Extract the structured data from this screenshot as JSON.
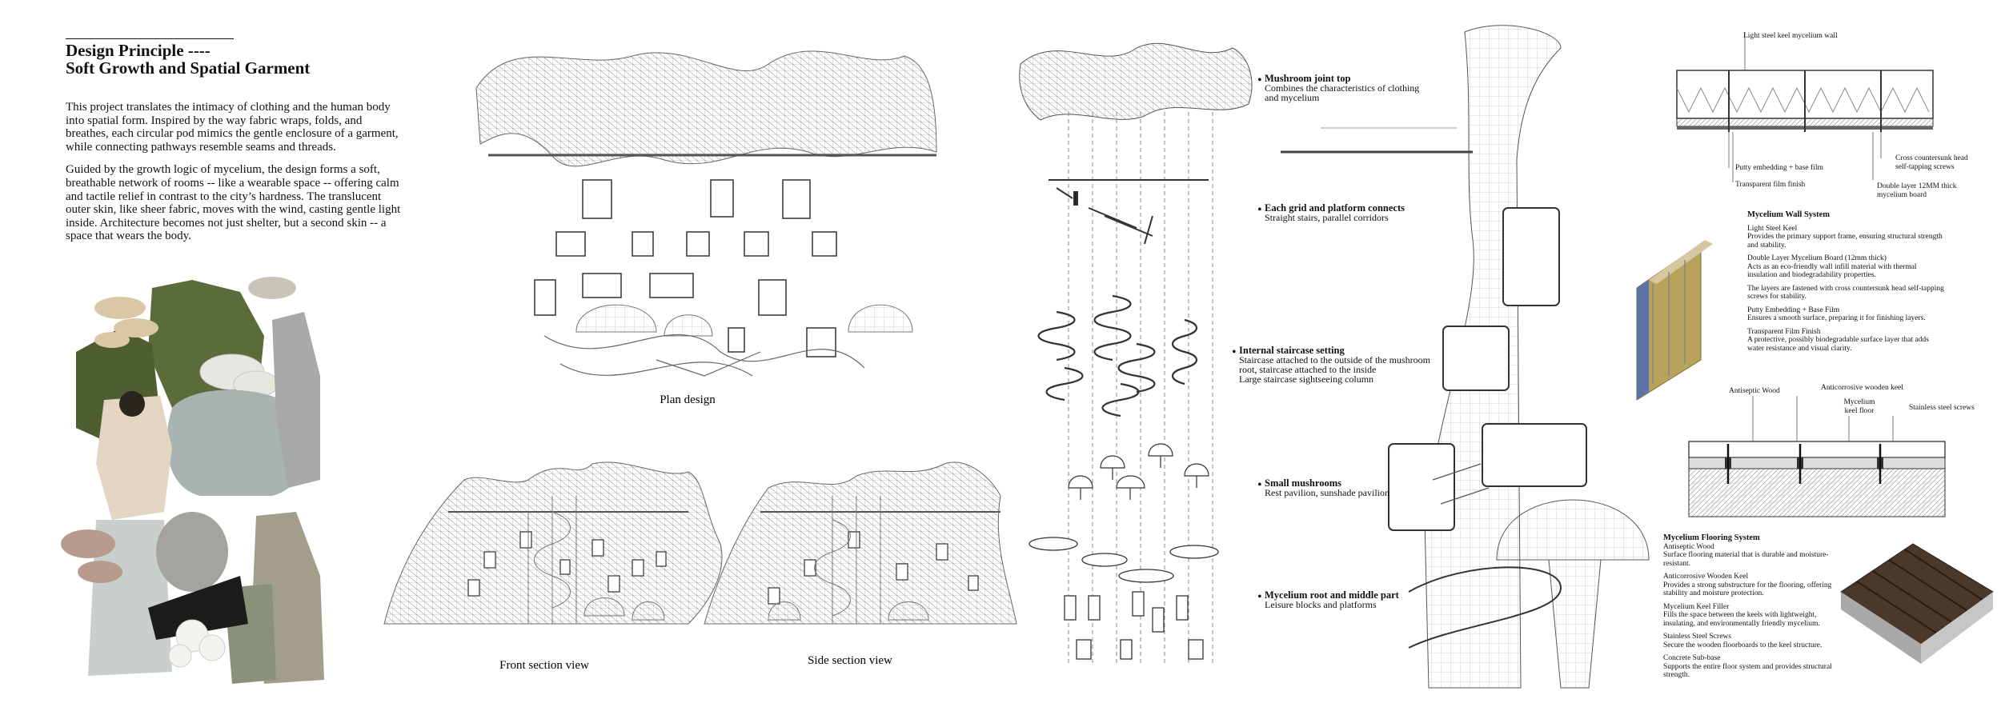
{
  "intro": {
    "title_line1": "Design Principle ----",
    "title_line2": "Soft Growth and Spatial Garment",
    "paragraph1": "This project translates the intimacy of clothing and the human body into spatial form. Inspired by the way fabric wraps, folds, and breathes, each circular pod mimics the gentle enclosure of a garment, while connecting pathways resemble seams and threads.",
    "paragraph2": "Guided by the growth logic of mycelium, the design forms a soft, breathable network of rooms -- like a wearable space -- offering calm and tactile relief in contrast to the city’s hardness. The translucent outer skin, like sheer fabric, moves with the wind, casting gentle light inside. Architecture becomes not just shelter, but a second skin -- a space that wears the body."
  },
  "captions": {
    "plan": "Plan design",
    "front": "Front section view",
    "side": "Side section view"
  },
  "annotations": [
    {
      "title": "Mushroom joint top",
      "lines": [
        "Combines the characteristics of clothing",
        "and mycelium"
      ]
    },
    {
      "title": "Each grid and platform connects",
      "lines": [
        "Straight stairs, parallel corridors"
      ]
    },
    {
      "title": "Internal staircase setting",
      "lines": [
        "Staircase attached to the outside of the mushroom",
        "root, staircase attached to the inside",
        "Large staircase sightseeing column"
      ]
    },
    {
      "title": "Small mushrooms",
      "lines": [
        "Rest pavilion, sunshade pavilion"
      ]
    },
    {
      "title": "Mycelium root and middle part",
      "lines": [
        "Leisure blocks and platforms"
      ]
    }
  ],
  "wall_detail": {
    "top_label": "Light steel keel mycelium wall",
    "putty": "Putty embedding + base film",
    "transparent": "Transparent film finish",
    "screws": "Cross countersunk head self-tapping screws",
    "double": "Double layer 12MM thick mycelium board"
  },
  "wall_system": {
    "title": "Mycelium Wall System",
    "items": [
      {
        "name": "Light Steel Keel",
        "desc": "Provides the primary support frame, ensuring structural strength and stability."
      },
      {
        "name": "Double Layer Mycelium Board (12mm thick)",
        "desc": "Acts as an eco-friendly wall infill material with thermal insulation and biodegradability properties."
      },
      {
        "name": "",
        "desc": "The layers are fastened with cross countersunk head self-tapping screws for stability."
      },
      {
        "name": "Putty Embedding + Base Film",
        "desc": "Ensures a smooth surface, preparing it for finishing layers."
      },
      {
        "name": "Transparent Film Finish",
        "desc": "A protective, possibly biodegradable surface layer that adds water resistance and visual clarity."
      }
    ]
  },
  "floor_detail": {
    "antiseptic": "Antiseptic Wood",
    "anticorrosive": "Anticorrosive wooden keel",
    "keel_floor": "Mycelium keel floor",
    "stainless": "Stainless steel screws"
  },
  "floor_system": {
    "title": "Mycelium Flooring System",
    "items": [
      {
        "name": "Antiseptic Wood",
        "desc": "Surface flooring material that is durable and moisture-resistant."
      },
      {
        "name": "Anticorrosive Wooden Keel",
        "desc": "Provides a strong substructure for the flooring, offering stability and moisture protection."
      },
      {
        "name": "Mycelium Keel Filler",
        "desc": "Fills the space between the keels with lightweight, insulating, and environmentally friendly mycelium."
      },
      {
        "name": "Stainless Steel Screws",
        "desc": "Secure the wooden floorboards to the keel structure."
      },
      {
        "name": "Concrete Sub-base",
        "desc": "Supports the entire floor system and provides structural strength."
      }
    ]
  },
  "colors": {
    "olive": "#5b6b3a",
    "sage": "#9aa39a",
    "beige": "#d9cfbf",
    "wood": "#4b382b",
    "mycelium_board": "#b9a25c",
    "line": "#555555"
  }
}
